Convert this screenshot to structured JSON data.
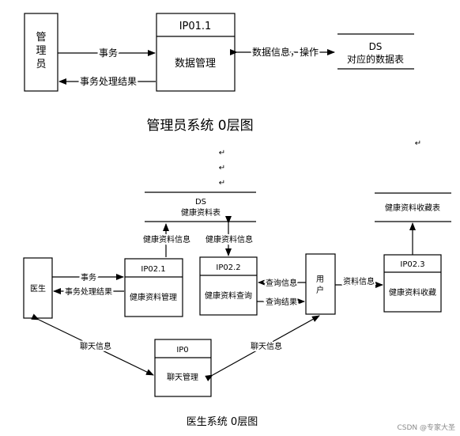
{
  "diagram1": {
    "caption": "管理员系统 0层图",
    "entity_lines": [
      "管",
      "理",
      "员"
    ],
    "process_id": "IP01.1",
    "process_name": "数据管理",
    "store_title": "DS",
    "store_name": "对应的数据表",
    "flow_in": "事务",
    "flow_out": "事务处理结果",
    "flow_data": "数据信息，操作"
  },
  "diagram2": {
    "caption": "医生系统 0层图",
    "doctor": "医生",
    "user_lines": [
      "用",
      "户"
    ],
    "store_health_title": "DS",
    "store_health_name": "健康资料表",
    "store_collect_name": "健康资料收藏表",
    "p21_id": "IP02.1",
    "p21_name": "健康资料管理",
    "p22_id": "IP02.2",
    "p22_name": "健康资料查询",
    "p23_id": "IP02.3",
    "p23_name": "健康资料收藏",
    "p0_id": "IP0",
    "p0_name": "聊天管理",
    "f_info_1": "健康资料信息",
    "f_info_2": "健康资料信息",
    "f_task": "事务",
    "f_task_result": "事务处理结果",
    "f_query_info": "查询信息",
    "f_query_result": "查询结果",
    "f_material": "资料信息",
    "f_chat_left": "聊天信息",
    "f_chat_right": "聊天信息"
  },
  "marks": [
    "↵",
    "↵",
    "↵",
    "↵",
    "↵"
  ],
  "watermark": "CSDN @专家大圣"
}
